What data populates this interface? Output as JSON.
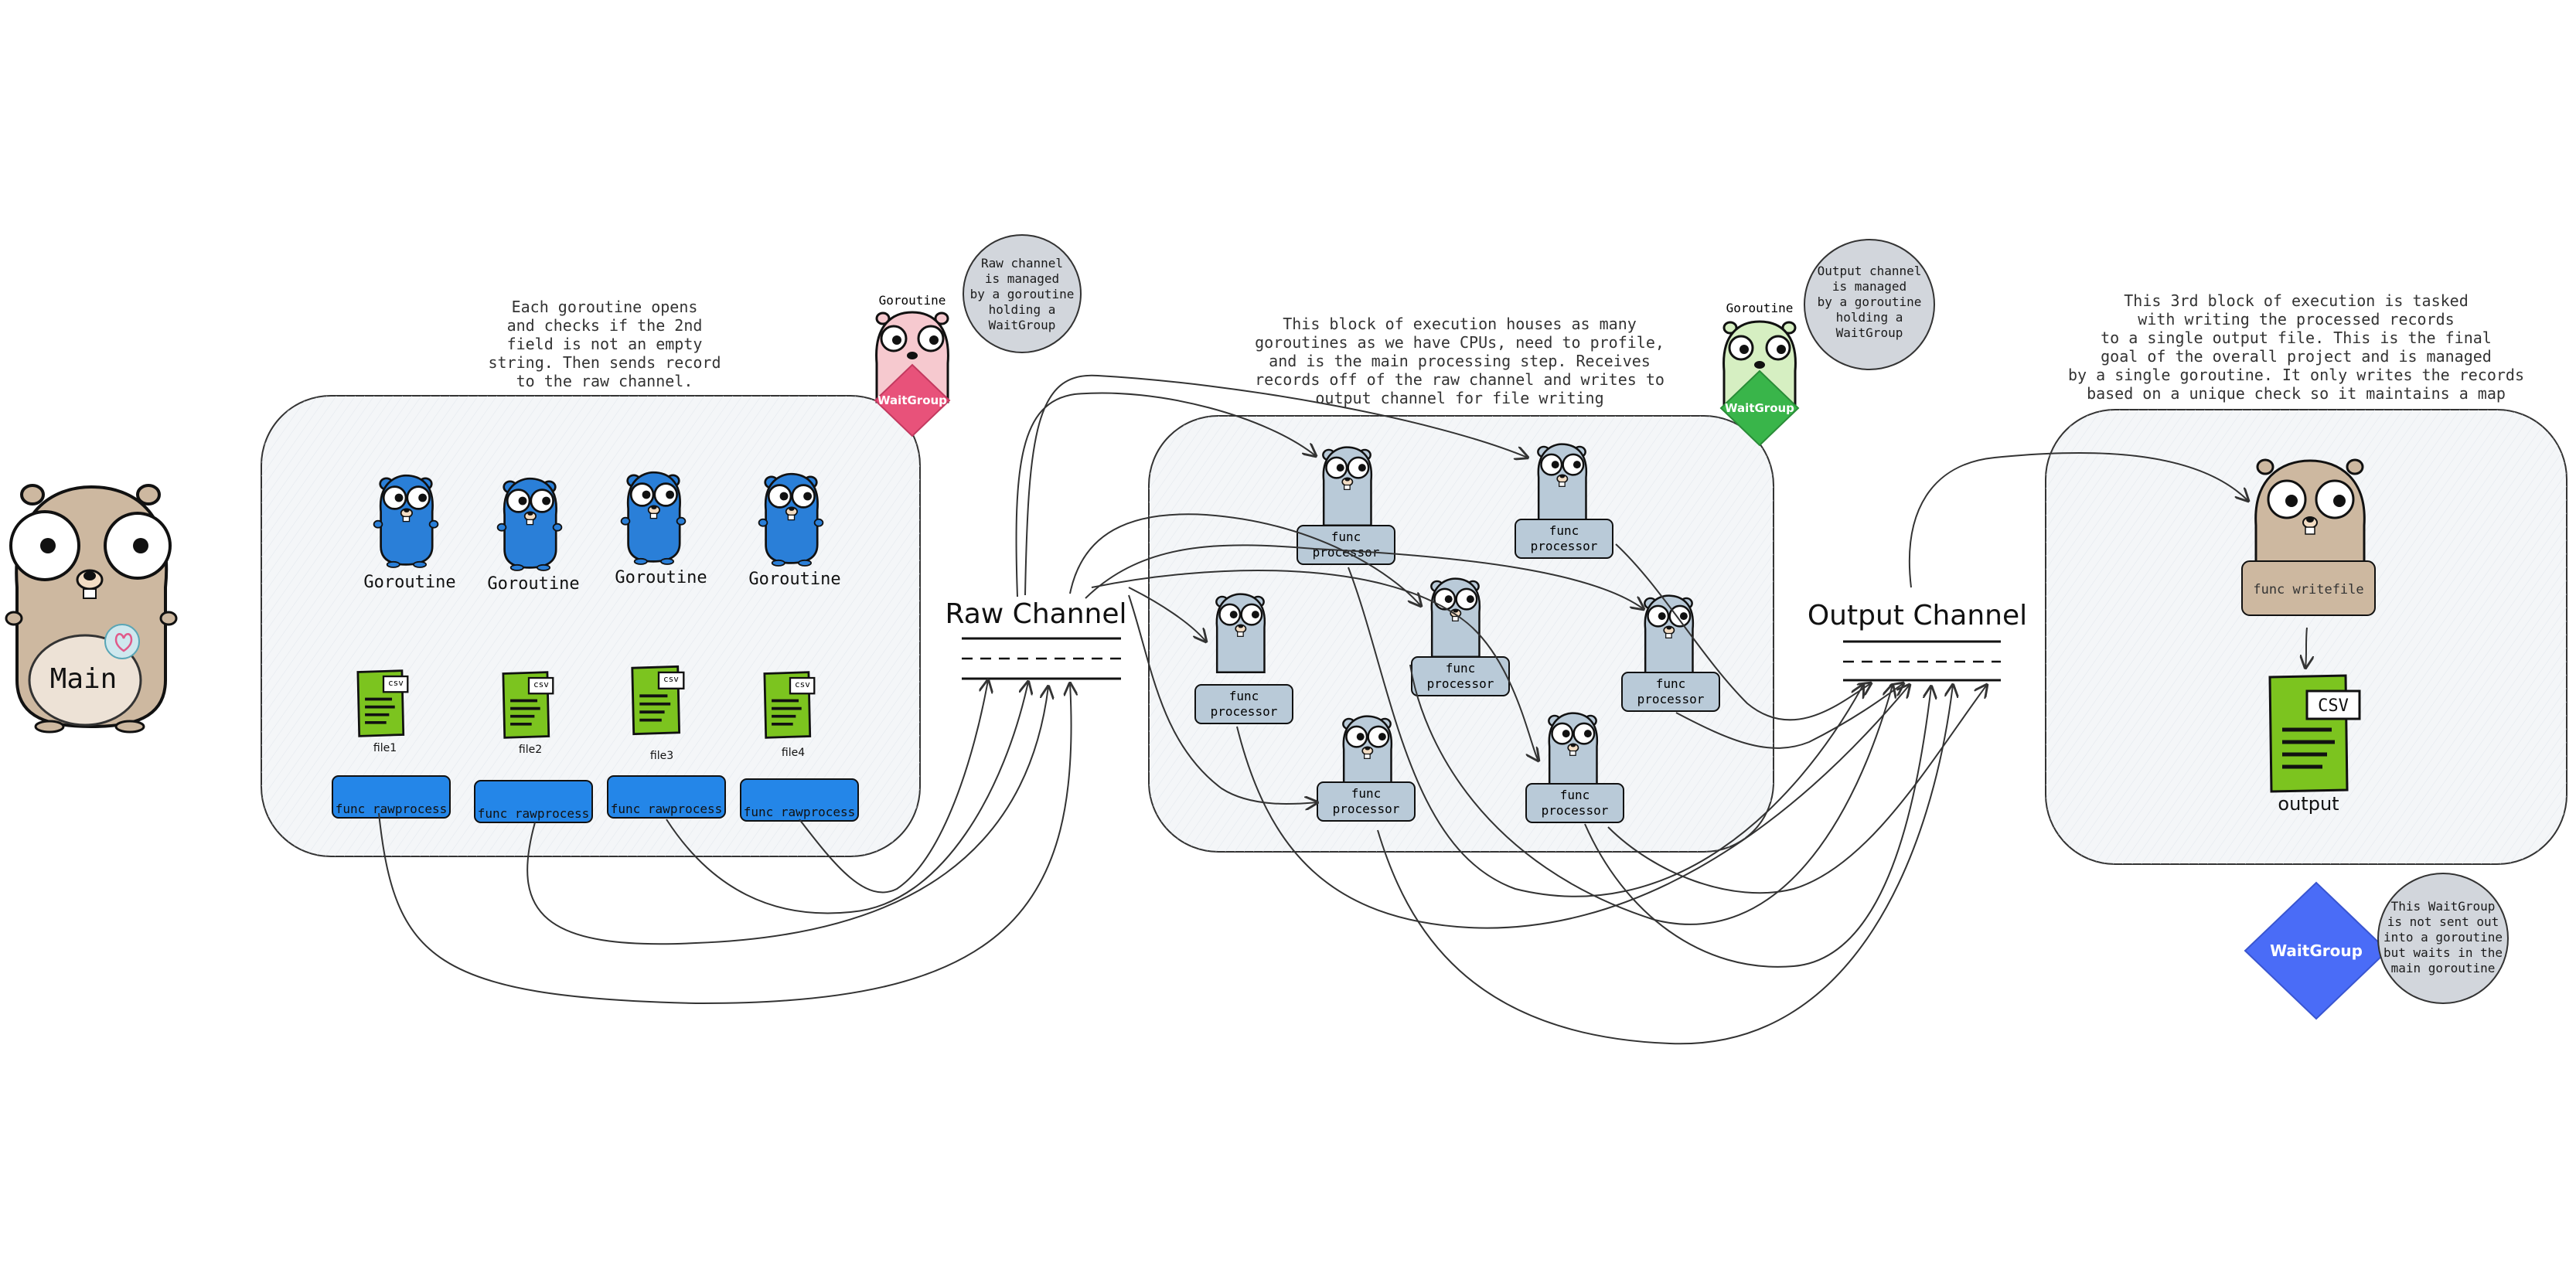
{
  "main": {
    "label": "Main"
  },
  "raw_block": {
    "description": [
      "Each goroutine opens",
      "and checks if the 2nd",
      "field is not an empty",
      "string. Then sends record",
      "to the raw channel."
    ],
    "goroutine_label": "Goroutine",
    "files": [
      "file1",
      "file2",
      "file3",
      "file4"
    ],
    "csv_tag": "csv",
    "func_label": "func rawprocess"
  },
  "raw_waitgroup": {
    "goroutine_label": "Goroutine",
    "badge": "WaitGroup",
    "note": [
      "Raw channel",
      "is managed",
      "by a goroutine",
      "holding a",
      "WaitGroup"
    ]
  },
  "raw_channel": {
    "label": "Raw Channel"
  },
  "processor_block": {
    "description": [
      "This block of execution houses as many",
      "goroutines as we have CPUs, need to profile,",
      "and is the main processing step. Receives",
      "records off of the raw channel and writes to",
      "output channel for file writing"
    ],
    "func_label_line1": "func",
    "func_label_line2": "processor"
  },
  "output_waitgroup": {
    "goroutine_label": "Goroutine",
    "badge": "WaitGroup",
    "note": [
      "Output channel",
      "is managed",
      "by a goroutine",
      "holding a",
      "WaitGroup"
    ]
  },
  "output_channel": {
    "label": "Output Channel"
  },
  "writer_block": {
    "description": [
      "This 3rd block of execution is tasked",
      "with writing the processed records",
      "to a single output file. This is the final",
      "goal of the overall project and is managed",
      "by a single goroutine. It only writes the records",
      "based on a unique check so it maintains a map"
    ],
    "func_label": "func writefile",
    "csv_tag": "CSV",
    "output_label": "output"
  },
  "main_waitgroup": {
    "badge": "WaitGroup",
    "note": [
      "This WaitGroup",
      "is not sent out",
      "into a goroutine",
      "but waits in the",
      "main goroutine"
    ]
  },
  "colors": {
    "gopher_blue": "#2a7fd8",
    "gopher_gray": "#b9cad8",
    "gopher_tan": "#cdb8a0",
    "gopher_pink": "#f6c9cf",
    "gopher_green": "#d6efc2",
    "csv_green": "#7cc41f",
    "waitgroup_pink": "#e8527a",
    "waitgroup_green": "#39b54a",
    "waitgroup_blue": "#4a6cf7",
    "func_blue": "#2486e8",
    "func_gray": "#b9cad8",
    "func_tan": "#cdb8a0"
  }
}
